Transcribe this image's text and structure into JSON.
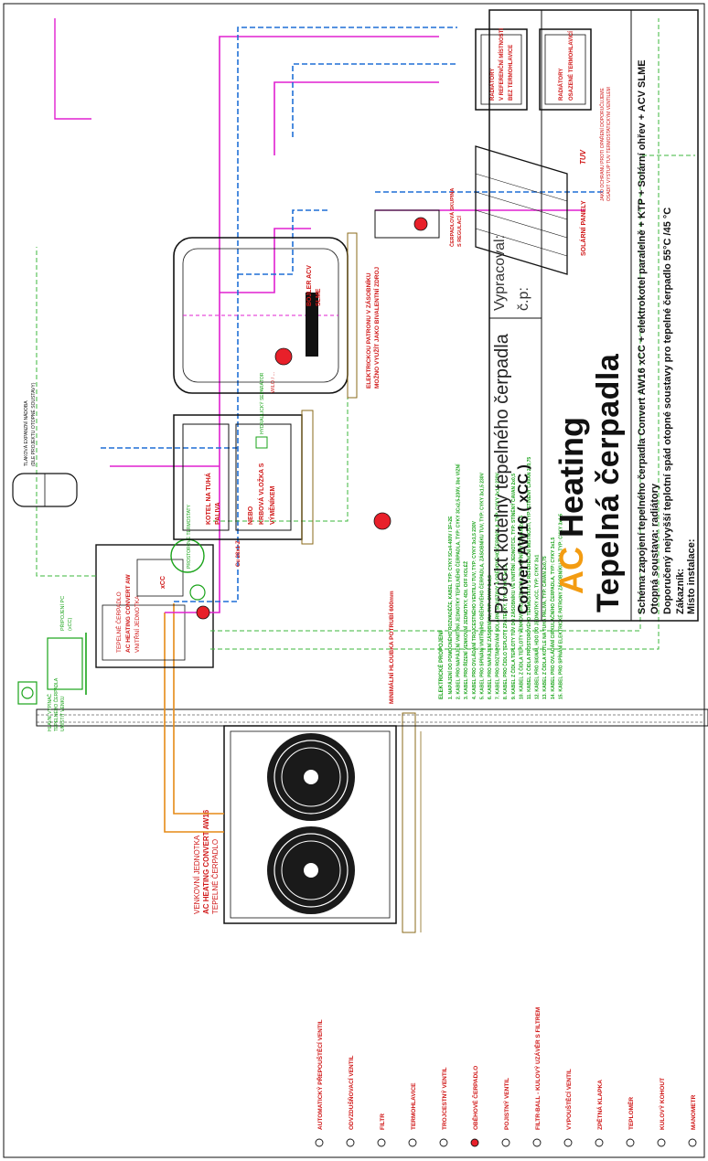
{
  "title_block": {
    "project": "Projekt kotelny tepelného čerpadla",
    "model": "Convert AW16 ( xCC )",
    "vypracoval": "Vypracoval:",
    "cp": "č.p:",
    "brand_ac": "AC",
    "brand_heating": "Heating",
    "subtitle": "Tepelná čerpadla",
    "schema": "Schéma zapojení tepelného čerpadla Convert AW16 xCC + elektrokotel paralelně + KTP + Solární ohřev + ACV SLME",
    "otopna": "Otopná soustava: radiátory",
    "doporuceny": "Doporučený nejvyšší teplotní spád otopné soustavy pro tepelné čerpadlo 55°C /45 °C",
    "zakaznik": "Zákazník:",
    "misto": "Místo instalace:"
  },
  "legend": [
    {
      "icon": "manometer-icon",
      "label": "MANOMETR"
    },
    {
      "icon": "ball-valve-icon",
      "label": "KULOVÝ KOHOUT"
    },
    {
      "icon": "thermometer-icon",
      "label": "TEPLOMĚR"
    },
    {
      "icon": "check-valve-icon",
      "label": "ZPĚTNÁ KLAPKA"
    },
    {
      "icon": "drain-valve-icon",
      "label": "VYPOUŠTĚCÍ VENTIL"
    },
    {
      "icon": "filter-ball-valve-icon",
      "label": "FILTR-BALL - KULOVÝ UZÁVĚR S FILTREM"
    },
    {
      "icon": "safety-valve-icon",
      "label": "POJISTNÝ VENTIL"
    },
    {
      "icon": "circulation-pump-icon",
      "label": "OBĚHOVÉ ČERPADLO"
    },
    {
      "icon": "three-way-valve-icon",
      "label": "TROJCESTNÝ VENTIL"
    },
    {
      "icon": "thermostatic-valve-icon",
      "label": "TERMOHLAVICE"
    },
    {
      "icon": "strainer-icon",
      "label": "FILTR"
    },
    {
      "icon": "air-vent-icon",
      "label": "ODVZDUŠŇOVACÍ VENTIL"
    },
    {
      "icon": "bypass-valve-icon",
      "label": "AUTOMATICKÝ PŘEPOUŠTĚCÍ VENTIL"
    }
  ],
  "electrical": {
    "title": "ELEKTRICKÉ PROPOJENÍ",
    "items": [
      "1. NAPÁJENÍ DO POMOCNÉHO ROZVADĚČE, KABEL TYP: CYKY 5Cx4-400V / 3F+2E",
      "2. KABEL PRO NAPÁJENÍ VNITŘNÍ JEDNOTKY TEPELNÉHO ČERPADLA, TYP: CYKY 3Cx2,5-230V, 3bc VIZNÍ",
      "3. KABEL PRO ŘÍZENÍ VENKOVNÍ JEDNOTKY, 4Dž. OFF KOLÉŽ",
      "4. KABEL PRO OVLÁDÁNÍ TROJCESTNÉHO VENTILU TUV, TYP: CYKY 3x1,5 230V",
      "5. KABEL PRO SPÍNÁNÍ VNITŘNÍHO OBĚHOVÉHO ČERPADLA, ZÁSOBNÍKU TUV, TYP: CYKY 3x1,5 230V",
      "6. KABEL PRO NAPÁJENÍ ZÁSOBNÍKU, TYP: CYKY 3x1,5",
      "7. KABEL PRO ROZTAPOVÁNÍ SOLÁRNÍ SOUSTAVY A OBĚHOVÉHO ČERPADLA, TYP: CYKY 3x1,5 230V",
      "8. KABEL PRO ČIDLO TEPLOTY ZPÁTEČKY, TYP: CYKY 2x0,5",
      "9. KABEL Z ČIDLA TEPLOTY TUV DO ZÁSOBNÍKU VE VNITŘNÍ JEDNOTCE, TYP: STÍNĚNÝ CAVAN 2x0,5",
      "10. KABEL Z ČIDLA TEPLOTY VENKOVNÍHO VZDUCHU, TYP: STÍNĚNÝ CAVAN 2x0,5",
      "11. KABEL Z ČIDLA PROSTOROVÉHO TERMOSTATU S REFERENČNÍ MÍSTNOSTÍ, TYP: STÍNĚNÝ CAVAN 2x0,75",
      "12. KABEL PRO SIGNÁL HDO DO JEDNOTKY xCC, TYP: CYKY 3x1",
      "13. KABEL Z ČIDLA KOTLE NA TUHÁ PALIVA, TYP: CAVAN 2x0,75",
      "14. KABEL PRO OVLÁDÁNÍ CIRKULAČNÍHO ČERPADLA, TYP: CYKY 3x1,5",
      "15. KABEL PRO SPÍNÁNÍ ELEKTRICKÉ PATRONY ZÁSOBNÍKU TUV, TYP: CYKY 3x1,5"
    ]
  },
  "components": {
    "outdoor_unit": [
      "TEPELNÉ ČERPADLO",
      "AC HEATING CONVERT AW16",
      "VENKOVNÍ JEDNOTKA"
    ],
    "indoor_unit": [
      "TEPELNÉ ČERPADLO",
      "AC HEATING CONVERT AW",
      "VNITŘNÍ JEDNOTKA"
    ],
    "controller_box": "xCC",
    "boiler": [
      "KOTEL NA TUHÁ",
      "PALIVA",
      "NEBO",
      "KRBOVÁ VLOŽKA S",
      "VÝMĚNÍKEM"
    ],
    "tank": [
      "BOJLER ACV",
      "SLME"
    ],
    "tank_note": [
      "ELEKTRICKOU PATRONU V ZÁSOBNÍKU",
      "MOŽNO VYUŽÍT JAKO BIVALENTNÍ ZDROJ"
    ],
    "solar": "SOLÁRNÍ PANELY",
    "radiators_1": [
      "RADIÁTORY",
      "V REFERENČNÍ MÍSTNOSTI",
      "BEZ TERMOHLAVICE"
    ],
    "radiators_2": [
      "RADIÁTORY",
      "OSAZENÉ TERMOHLAVICÍ"
    ],
    "tuv": "TUV",
    "tuv_note": [
      "JAKO OCHRANU PROTI OPAŘENÍ DOPORUČUJEME",
      "OSADIT VÝSTUP TUV TERMOSTATICKÝM VENTILEM"
    ],
    "minimum_depth": "MINIMÁLNÍ HLOUBKA POTRUBÍ 600mm",
    "hydraulic_separator": "HYDRAULICKÝ SEPARÁTOR",
    "solar_pump": [
      "ČERPADLOVÁ SKUPINA",
      "S REGULACÍ"
    ],
    "expansion_vessel": [
      "TLAKOVÁ EXPANZNÍ NÁDOBA",
      "(DLE PROJEKTU OTOPNÉ SOUSTAVY)"
    ],
    "wilo": "WILO / ...",
    "pipe_a": "Cu 28x1-Z",
    "laptop": [
      "PŘIPOJENÍ PC",
      "(xCC)"
    ],
    "room_terminal": [
      "PROSTOROVÉ TERMOSTATY",
      "(V REFERENČNÍ MÍSTNOSTI)"
    ],
    "main_breaker": [
      "HLAVNÍ VYPÍNAČ",
      "TEPELNÉHO ČERPADLA",
      "UMÍSTIT VENKU"
    ]
  },
  "colors": {
    "heating_flow": "#e020d0",
    "heating_return": "#1f6fd6",
    "control_green": "#19a319",
    "dashed_green": "#3bb73b",
    "refrigerant": "#e58a17",
    "pump_red": "#e8202a",
    "ink": "#111111",
    "accent": "#f39c12"
  }
}
